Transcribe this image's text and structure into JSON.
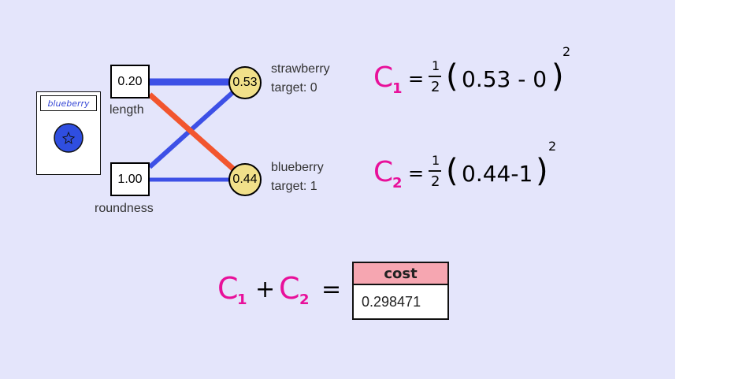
{
  "card": {
    "label": "blueberry"
  },
  "inputs": [
    {
      "value": "0.20",
      "label": "length"
    },
    {
      "value": "1.00",
      "label": "roundness"
    }
  ],
  "outputs": [
    {
      "value": "0.53",
      "name": "strawberry",
      "target": "target: 0"
    },
    {
      "value": "0.44",
      "name": "blueberry",
      "target": "target: 1"
    }
  ],
  "colors": {
    "positive_weight": "#3d50e6",
    "negative_weight": "#f2552e",
    "node_fill": "#f1e08a",
    "panel_bg": "#e4e5fb",
    "equation_pink": "#e8109a",
    "cost_header": "#f6a6b1"
  },
  "equations": [
    {
      "c": "C",
      "sub": "1",
      "eq": "=",
      "num": "1",
      "den": "2",
      "lp": "(",
      "body": "0.53 - 0",
      "rp": ")",
      "sup": "2"
    },
    {
      "c": "C",
      "sub": "2",
      "eq": "=",
      "num": "1",
      "den": "2",
      "lp": "(",
      "body": "0.44-1",
      "rp": ")",
      "sup": "2"
    }
  ],
  "sum": {
    "c1": "C",
    "s1": "1",
    "plus": "+",
    "c2": "C",
    "s2": "2",
    "eq": "="
  },
  "cost": {
    "label": "cost",
    "value": "0.298471"
  }
}
